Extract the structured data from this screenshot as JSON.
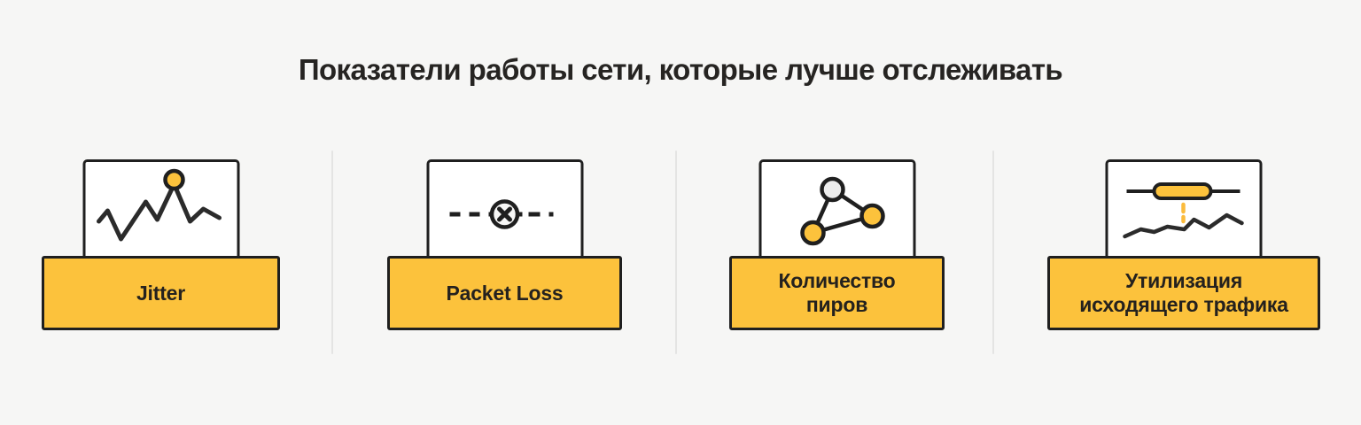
{
  "title": "Показатели работы сети, которые лучше отслеживать",
  "colors": {
    "background": "#F6F6F5",
    "accent_yellow": "#FCC23C",
    "outline_dark": "#1F1F1F",
    "text_dark": "#24211E",
    "divider_gray": "#E4E4E3",
    "node_light_gray": "#EDEDED",
    "icon_box_white": "#FFFFFF"
  },
  "cards": [
    {
      "label": "Jitter",
      "lines": {
        "0": "Jitter"
      },
      "icon": "jitter-line-chart-icon"
    },
    {
      "label": "Packet Loss",
      "lines": {
        "0": "Packet Loss"
      },
      "icon": "packet-loss-icon"
    },
    {
      "label": "Количество пиров",
      "lines": {
        "0": "Количество",
        "1": "пиров"
      },
      "icon": "peers-network-icon"
    },
    {
      "label": "Утилизация исходящего трафика",
      "lines": {
        "0": "Утилизация",
        "1": "исходящего трафика"
      },
      "icon": "traffic-utilization-icon"
    }
  ]
}
